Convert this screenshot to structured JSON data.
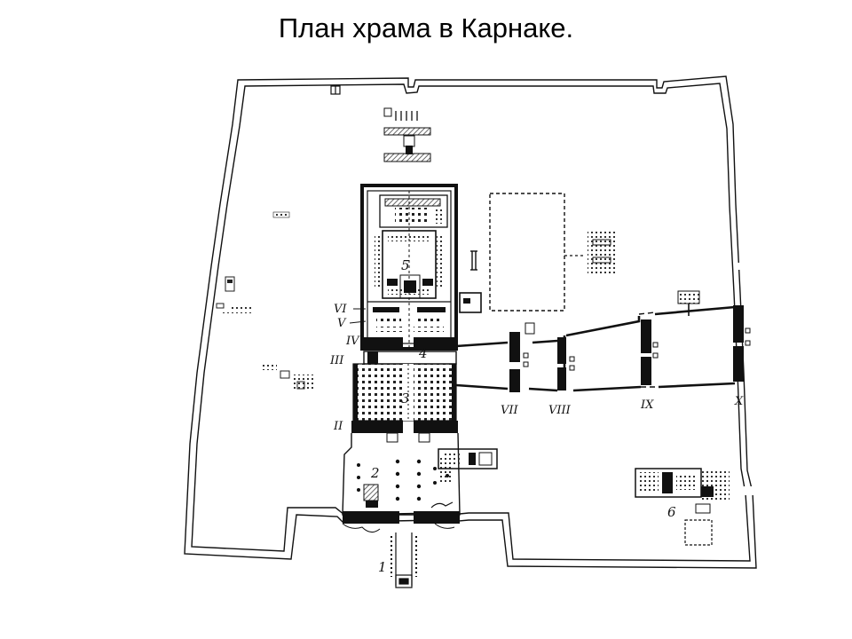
{
  "slide": {
    "title": "План храма в Карнаке."
  },
  "plan": {
    "labels": {
      "pylon_1": "1",
      "court_2": "2",
      "hypostyle_3": "3",
      "court_4": "4",
      "sanctuary_5": "5",
      "temple_6": "6",
      "pylon_ii": "II",
      "pylon_iii": "III",
      "pylon_iv": "IV",
      "pylon_v": "V",
      "pylon_vi": "VI",
      "pylon_vii": "VII",
      "pylon_viii": "VIII",
      "pylon_ix": "IX",
      "pylon_x": "X"
    }
  },
  "colors": {
    "ink": "#111111",
    "background": "#ffffff",
    "hatch": "#444444"
  }
}
